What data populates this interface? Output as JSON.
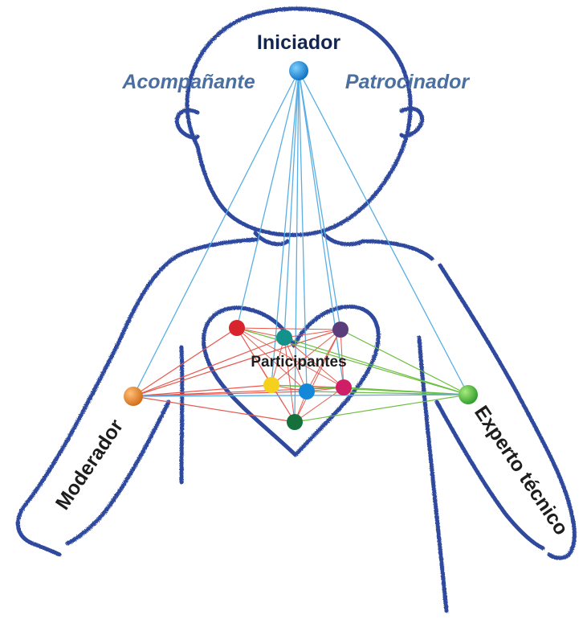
{
  "labels": {
    "iniciador": "Iniciador",
    "acompanante": "Acompañante",
    "patrocinador": "Patrocinador",
    "participantes": "Participantes",
    "moderador": "Moderador",
    "experto": "Experto técnico"
  },
  "colors": {
    "outline": "#2e4a9e",
    "link_iniciador": "#5aaee3",
    "link_moderador": "#e85a4f",
    "link_experto": "#6cbf3f",
    "node_iniciador": "#1a8fdc",
    "node_moderador": "#e8862a",
    "node_experto": "#3fb33a",
    "participant_colors": [
      "#d8242d",
      "#13918b",
      "#5a3d7a",
      "#f4d11d",
      "#1488d8",
      "#d01e66",
      "#16703c"
    ]
  },
  "nodes": [
    "iniciador",
    "moderador",
    "experto",
    "p1",
    "p2",
    "p3",
    "p4",
    "p5",
    "p6",
    "p7"
  ]
}
